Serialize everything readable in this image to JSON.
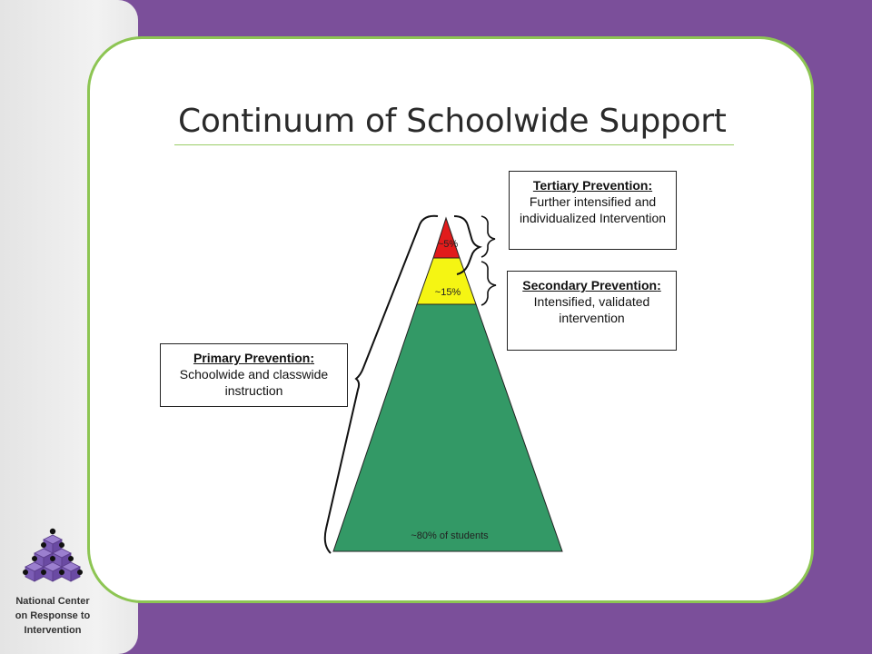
{
  "slide": {
    "title": "Continuum of Schoolwide Support"
  },
  "organization": {
    "line1": "National Center",
    "line2": "on Response to",
    "line3": "Intervention",
    "logo_icon": "cube-pyramid-logo-icon"
  },
  "pyramid": {
    "tiers": [
      {
        "name": "tertiary",
        "label": "~5%",
        "color": "#e11b1b"
      },
      {
        "name": "secondary",
        "label": "~15%",
        "color": "#f5f513"
      },
      {
        "name": "primary",
        "label": "~80% of students",
        "color": "#339966"
      }
    ]
  },
  "boxes": {
    "tertiary": {
      "heading": "Tertiary Prevention",
      "colon": ":",
      "body": "Further intensified and individualized Intervention"
    },
    "secondary": {
      "heading": "Secondary Prevention",
      "colon": ":",
      "body": "Intensified, validated intervention"
    },
    "primary": {
      "heading": "Primary Prevention",
      "colon": ":",
      "body": "Schoolwide and classwide instruction"
    }
  },
  "colors": {
    "background": "#7b4f9a",
    "accent_green": "#8dc553"
  }
}
